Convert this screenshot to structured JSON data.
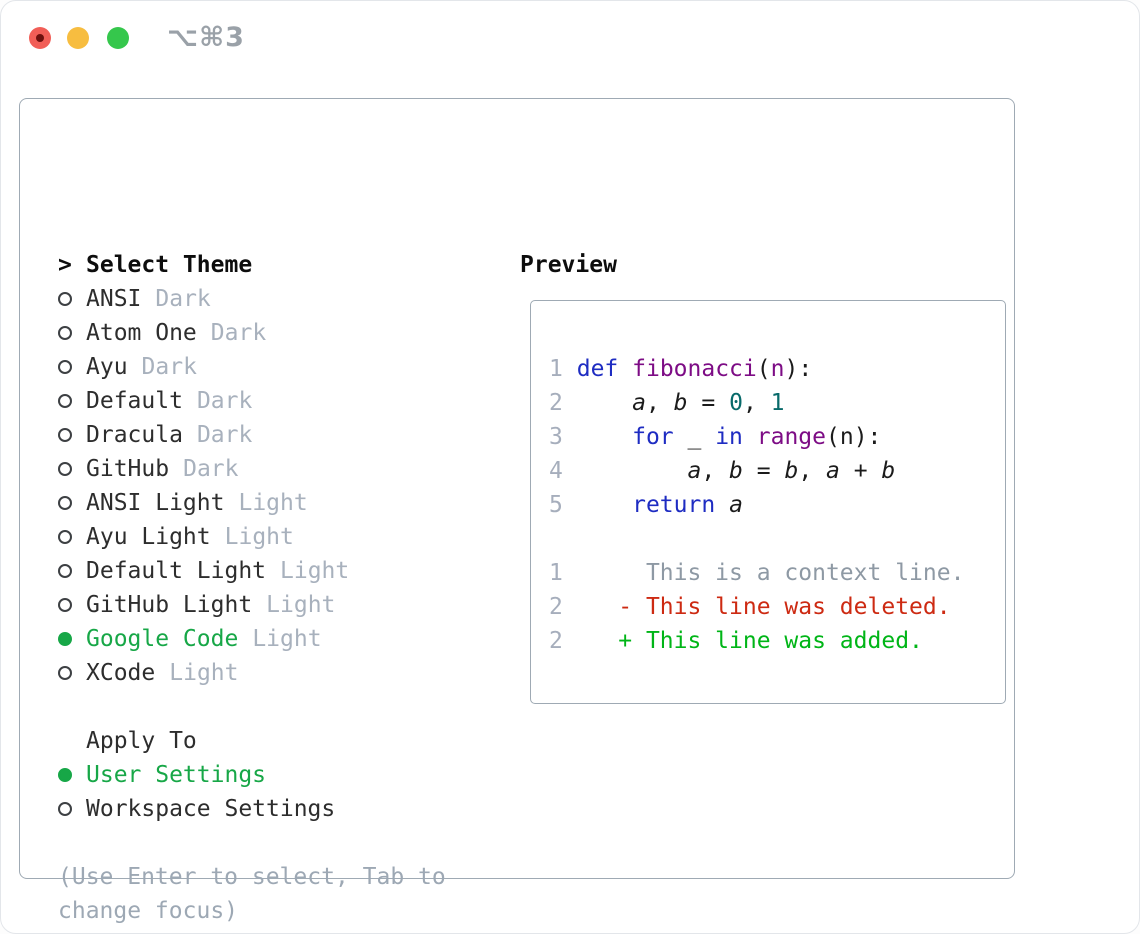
{
  "window": {
    "title": "⌥⌘3",
    "traffic_lights": [
      {
        "name": "close",
        "color": "#f15e57"
      },
      {
        "name": "minimize",
        "color": "#f7bd40"
      },
      {
        "name": "zoom",
        "color": "#35c74c"
      }
    ]
  },
  "theme_selector": {
    "header": "Select Theme",
    "cursor": ">",
    "items": [
      {
        "name": "ANSI",
        "variant": "Dark",
        "selected": false
      },
      {
        "name": "Atom One",
        "variant": "Dark",
        "selected": false
      },
      {
        "name": "Ayu",
        "variant": "Dark",
        "selected": false
      },
      {
        "name": "Default",
        "variant": "Dark",
        "selected": false
      },
      {
        "name": "Dracula",
        "variant": "Dark",
        "selected": false
      },
      {
        "name": "GitHub",
        "variant": "Dark",
        "selected": false
      },
      {
        "name": "ANSI Light",
        "variant": "Light",
        "selected": false
      },
      {
        "name": "Ayu Light",
        "variant": "Light",
        "selected": false
      },
      {
        "name": "Default Light",
        "variant": "Light",
        "selected": false
      },
      {
        "name": "GitHub Light",
        "variant": "Light",
        "selected": false
      },
      {
        "name": "Google Code",
        "variant": "Light",
        "selected": true
      },
      {
        "name": "XCode",
        "variant": "Light",
        "selected": false
      }
    ]
  },
  "apply_to": {
    "header": "Apply To",
    "options": [
      {
        "label": "User Settings",
        "selected": true
      },
      {
        "label": "Workspace Settings",
        "selected": false
      }
    ]
  },
  "help_text": "(Use Enter to select, Tab to change focus)",
  "preview": {
    "header": "Preview",
    "code_lines": [
      {
        "num": "1",
        "tokens": [
          {
            "c": "pl",
            "t": " "
          },
          {
            "c": "kw",
            "t": "def"
          },
          {
            "c": "pl",
            "t": " "
          },
          {
            "c": "fn",
            "t": "fibonacci"
          },
          {
            "c": "pl",
            "t": "("
          },
          {
            "c": "pm",
            "t": "n"
          },
          {
            "c": "pl",
            "t": "):"
          }
        ]
      },
      {
        "num": "2",
        "tokens": [
          {
            "c": "pl",
            "t": "     "
          },
          {
            "c": "va",
            "t": "a"
          },
          {
            "c": "pl",
            "t": ", "
          },
          {
            "c": "va",
            "t": "b"
          },
          {
            "c": "pl",
            "t": " = "
          },
          {
            "c": "nm",
            "t": "0"
          },
          {
            "c": "pl",
            "t": ", "
          },
          {
            "c": "nm",
            "t": "1"
          }
        ]
      },
      {
        "num": "3",
        "tokens": [
          {
            "c": "pl",
            "t": "     "
          },
          {
            "c": "kw",
            "t": "for"
          },
          {
            "c": "pl",
            "t": " _ "
          },
          {
            "c": "kw",
            "t": "in"
          },
          {
            "c": "pl",
            "t": " "
          },
          {
            "c": "fn",
            "t": "range"
          },
          {
            "c": "pl",
            "t": "(n):"
          }
        ]
      },
      {
        "num": "4",
        "tokens": [
          {
            "c": "pl",
            "t": "         "
          },
          {
            "c": "va",
            "t": "a"
          },
          {
            "c": "pl",
            "t": ", "
          },
          {
            "c": "va",
            "t": "b"
          },
          {
            "c": "pl",
            "t": " = "
          },
          {
            "c": "va",
            "t": "b"
          },
          {
            "c": "pl",
            "t": ", "
          },
          {
            "c": "va",
            "t": "a"
          },
          {
            "c": "pl",
            "t": " + "
          },
          {
            "c": "va",
            "t": "b"
          }
        ]
      },
      {
        "num": "5",
        "tokens": [
          {
            "c": "pl",
            "t": "     "
          },
          {
            "c": "kw",
            "t": "return"
          },
          {
            "c": "pl",
            "t": " "
          },
          {
            "c": "va",
            "t": "a"
          }
        ]
      }
    ],
    "diff_lines": [
      {
        "num": "1",
        "kind": "ctx",
        "text": "      This is a context line."
      },
      {
        "num": "2",
        "kind": "del",
        "text": "    - This line was deleted."
      },
      {
        "num": "2",
        "kind": "add",
        "text": "    + This line was added."
      }
    ]
  },
  "colors": {
    "accent_green": "#17a747",
    "keyword_blue": "#1e2cc2",
    "function_purple": "#7d0c85",
    "number_teal": "#086a6a",
    "line_number_gray": "#a6aebc",
    "context_gray": "#8e99a4",
    "deleted_red": "#cd2a12",
    "added_green": "#00b517",
    "muted_gray": "#a8b1bd",
    "help_gray": "#9da8b4",
    "text_dark": "#2d2d2d",
    "border_gray": "#9faab4",
    "traffic_red": "#f15e57",
    "traffic_yellow": "#f7bd40",
    "traffic_green": "#35c74c"
  }
}
